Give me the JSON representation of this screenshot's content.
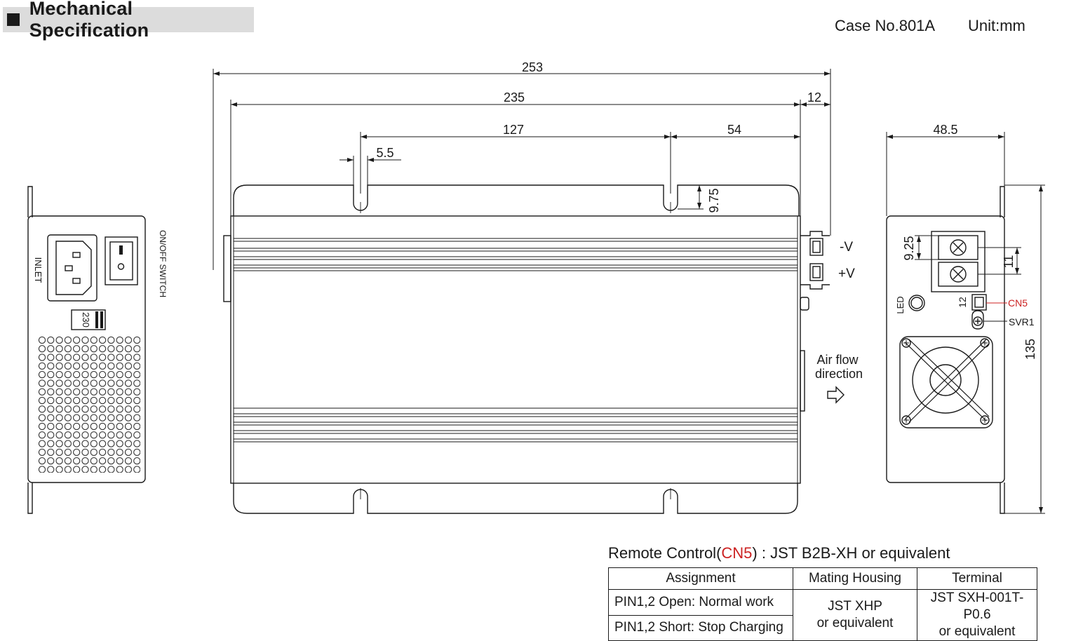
{
  "header": {
    "title": "Mechanical Specification",
    "case_no": "Case No.801A",
    "unit": "Unit:mm"
  },
  "dimensions": {
    "overall_length": "253",
    "body_length": "235",
    "terminal_length": "12",
    "mount_spacing": "127",
    "mount_offset": "54",
    "slot_width": "5.5",
    "slot_depth": "9.75",
    "side_width": "48.5",
    "height": "135",
    "terminal_pitch": "9.25",
    "terminal_span": "11",
    "cn5_pitch": "12"
  },
  "labels": {
    "inlet": "INLET",
    "switch": "ON/OFF SWITCH",
    "voltage_selector": "230",
    "neg_terminal": "-V",
    "pos_terminal": "+V",
    "airflow_line1": "Air flow",
    "airflow_line2": "direction",
    "led": "LED",
    "cn5": "CN5",
    "svr1": "SVR1"
  },
  "colors": {
    "accent_red": "#cc2222",
    "line": "#1a1a1a",
    "title_bg": "#dcdcdc"
  },
  "remote_control": {
    "prefix": "Remote Control(",
    "connector": "CN5",
    "suffix": ") : JST B2B-XH or equivalent",
    "columns": [
      "Assignment",
      "Mating Housing",
      "Terminal"
    ],
    "rows": [
      "PIN1,2 Open: Normal work",
      "PIN1,2 Short: Stop Charging"
    ],
    "mating_housing": [
      "JST XHP",
      "or equivalent"
    ],
    "terminal": [
      "JST SXH-001T-P0.6",
      "or equivalent"
    ]
  }
}
